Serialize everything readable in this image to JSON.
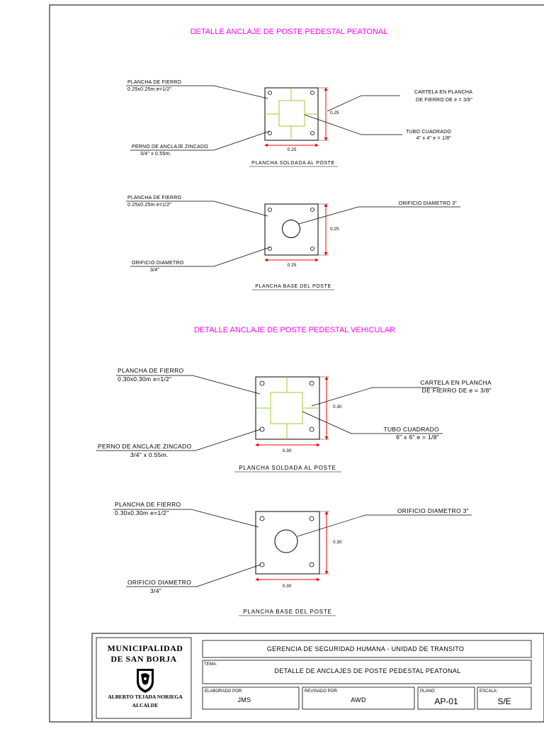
{
  "titles": {
    "peatonal": "DETALLE ANCLAJE DE POSTE PEDESTAL PEATONAL",
    "vehicular": "DETALLE ANCLAJE DE POSTE PEDESTAL VEHICULAR"
  },
  "peatonal": {
    "soldada": {
      "plancha_line1": "PLANCHA DE FIERRO",
      "plancha_line2": "0.25x0.25m e=1/2\"",
      "perno_line1": "PERNO DE ANCLAJE ZINCADO",
      "perno_line2": "3/4\" x 0.55m.",
      "cartela_line1": "CARTELA EN PLANCHA",
      "cartela_line2": "DE FIERRO DE e = 3/8\"",
      "tubo_line1": "TUBO CUADRADO",
      "tubo_line2": "4\" x 4\" e = 1/8\"",
      "dim_v": "0.25",
      "dim_h": "0.25",
      "caption": "PLANCHA SOLDADA AL POSTE"
    },
    "base": {
      "plancha_line1": "PLANCHA DE FIERRO",
      "plancha_line2": "0.25x0.25m e=1/2\"",
      "orificio_line1": "ORIFICIO DIAMETRO",
      "orificio_line2": "3/4\"",
      "orificio3": "ORIFICIO DIAMETRO 3\"",
      "dim_v": "0.25",
      "dim_h": "0.25",
      "caption": "PLANCHA BASE DEL POSTE"
    }
  },
  "vehicular": {
    "soldada": {
      "plancha_line1": "PLANCHA DE FIERRO",
      "plancha_line2": "0.30x0.30m e=1/2\"",
      "perno_line1": "PERNO DE ANCLAJE ZINCADO",
      "perno_line2": "3/4\" x 0.55m.",
      "cartela_line1": "CARTELA EN PLANCHA",
      "cartela_line2": "DE FIERRO DE e = 3/8\"",
      "tubo_line1": "TUBO CUADRADO",
      "tubo_line2": "6\" x 6\" e = 1/8\"",
      "dim_v": "0.30",
      "dim_h": "0.30",
      "caption": "PLANCHA SOLDADA AL POSTE"
    },
    "base": {
      "plancha_line1": "PLANCHA DE FIERRO",
      "plancha_line2": "0.30x0.30m e=1/2\"",
      "orificio_line1": "ORIFICIO DIAMETRO",
      "orificio_line2": "3/4\"",
      "orificio3": "ORIFICIO DIAMETRO 3\"",
      "dim_v": "0.30",
      "dim_h": "0.30",
      "caption": "PLANCHA BASE DEL POSTE"
    }
  },
  "title_block": {
    "muni_line1": "MUNICIPALIDAD",
    "muni_line2": "DE SAN BORJA",
    "alcalde_name": "ALBERTO TEJADA NORIEGA",
    "alcalde_role": "ALCALDE",
    "gerencia": "GERENCIA DE SEGURIDAD HUMANA - UNIDAD DE TRANSITO",
    "tema_label": "TEMA:",
    "tema": "DETALLE DE ANCLAJES DE POSTE PEDESTAL PEATONAL",
    "elaborado_label": "ELABORADO POR:",
    "elaborado": "JMS",
    "revisado_label": "REVISADO POR:",
    "revisado": "AWD",
    "plano_label": "PLANO:",
    "plano": "AP-01",
    "escala_label": "ESCALA:",
    "escala": "S/E"
  },
  "colors": {
    "title": "#ff00ff",
    "dimension": "#ff0000",
    "cartela": "#99cc33",
    "line": "#000000"
  }
}
